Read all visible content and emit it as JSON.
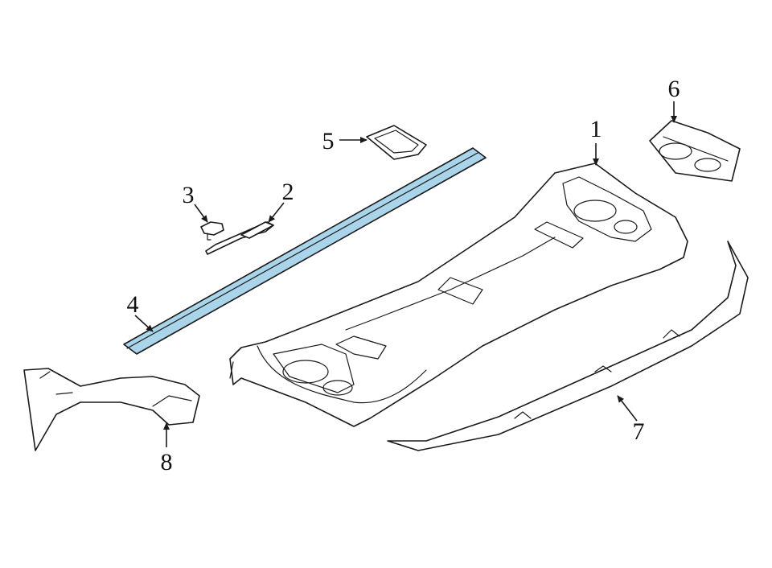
{
  "diagram": {
    "highlight_color": "#a9d4ea",
    "line_color": "#1a1a1a",
    "callouts": [
      {
        "id": "1",
        "label": "1"
      },
      {
        "id": "2",
        "label": "2"
      },
      {
        "id": "3",
        "label": "3"
      },
      {
        "id": "4",
        "label": "4"
      },
      {
        "id": "5",
        "label": "5"
      },
      {
        "id": "6",
        "label": "6"
      },
      {
        "id": "7",
        "label": "7"
      },
      {
        "id": "8",
        "label": "8"
      }
    ]
  }
}
